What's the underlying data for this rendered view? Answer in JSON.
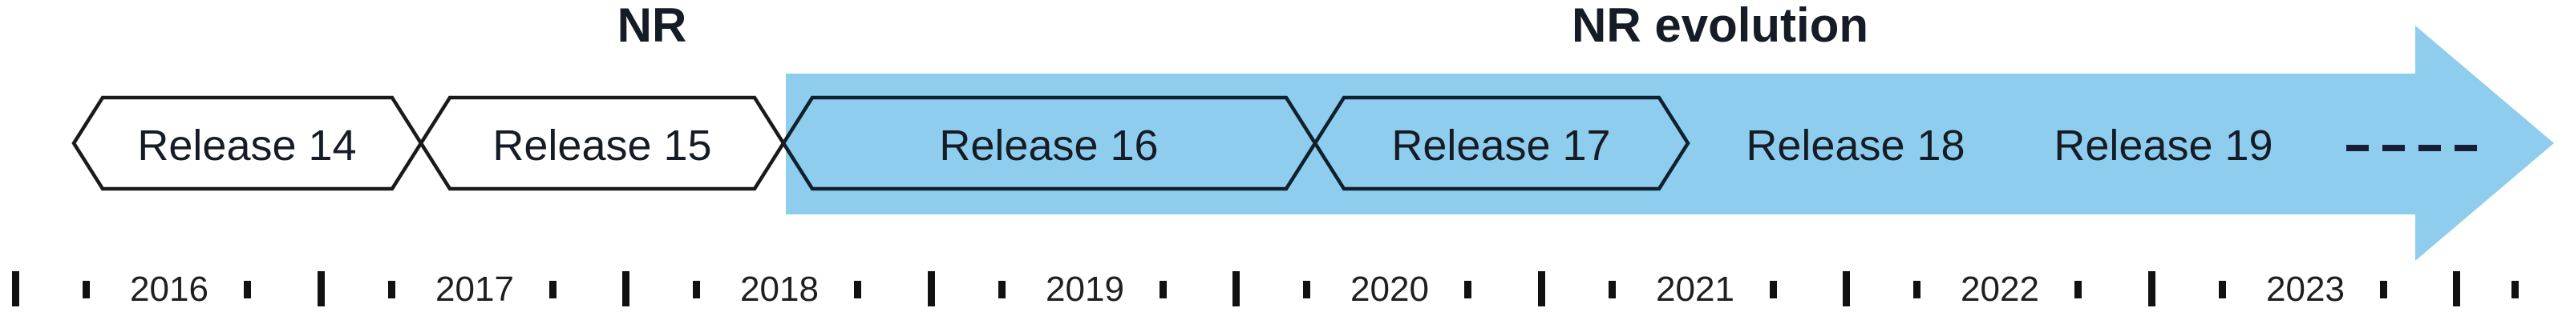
{
  "figure": {
    "nr_label": "NR",
    "nr_evolution_label": "NR evolution"
  },
  "releases": [
    {
      "label": "Release 14",
      "style": "white-outlined-chevron"
    },
    {
      "label": "Release 15",
      "style": "white-outlined-chevron"
    },
    {
      "label": "Release 16",
      "style": "blue-outlined-chevron-on-arrow"
    },
    {
      "label": "Release 17",
      "style": "blue-outlined-chevron-on-arrow"
    },
    {
      "label": "Release 18",
      "style": "text-on-arrow"
    },
    {
      "label": "Release 19",
      "style": "text-on-arrow"
    }
  ],
  "timeline": {
    "years": [
      "2016",
      "2017",
      "2018",
      "2019",
      "2020",
      "2021",
      "2022",
      "2023"
    ]
  },
  "colors": {
    "arrow_blue": "#8ecdee",
    "chevron_white_fill": "#ffffff",
    "chevron_stroke_black": "#1a1a1a",
    "chevron_stroke_dark_navy": "#10202e",
    "dash_navy": "#161f36",
    "tick_black": "#111111",
    "text_dark": "#161c26"
  }
}
